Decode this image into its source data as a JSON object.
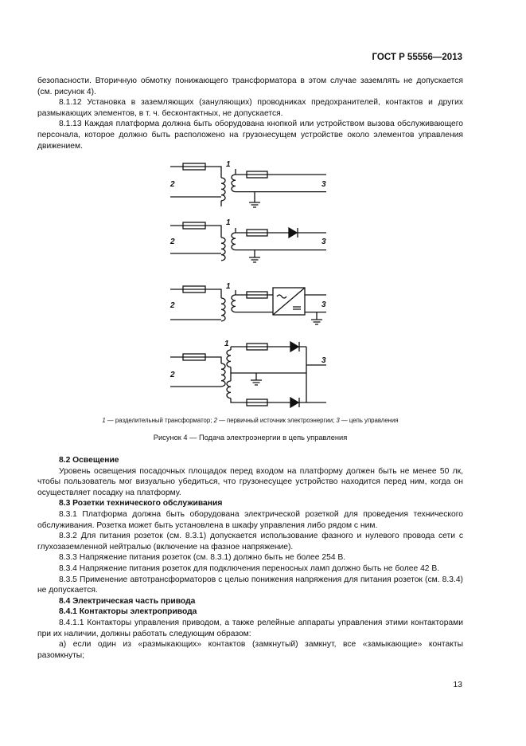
{
  "header": {
    "standard": "ГОСТ Р 55556—2013"
  },
  "top_paragraphs": [
    "безопасности. Вторичную обмотку понижающего трансформатора в этом случае заземлять не допускается (см. рисунок 4).",
    "8.1.12 Установка в заземляющих (зануляющих) проводниках предохранителей, контактов и других размыкающих элементов, в т. ч. бесконтактных, не допускается.",
    "8.1.13 Каждая платформа должна быть оборудована кнопкой или устройством вызова обслуживающего персонала, которое должно быть расположено на грузонесущем устройстве около элементов управления движением."
  ],
  "figure": {
    "labels": {
      "transformer": "1",
      "primary": "2",
      "control": "3"
    },
    "legend": {
      "n1": "1",
      "t1": " — разделительный трансформатор; ",
      "n2": "2",
      "t2": " — первичный источник электроэнергии; ",
      "n3": "3",
      "t3": " — цепь управления"
    },
    "caption": "Рисунок 4 — Подача электроэнергии в цепь управления"
  },
  "sections": {
    "s82_title": "8.2 Освещение",
    "s82_p1": "Уровень освещения посадочных площадок перед входом на платформу должен быть не менее 50 лк, чтобы пользователь мог визуально убедиться, что грузонесущее устройство находится перед ним, когда он осуществляет посадку на платформу.",
    "s83_title": "8.3 Розетки технического обслуживания",
    "s831": "8.3.1 Платформа должна быть оборудована электрической розеткой для проведения технического обслуживания. Розетка может быть установлена в шкафу управления либо рядом с ним.",
    "s832": "8.3.2 Для питания розеток (см. 8.3.1) допускается использование фазного и нулевого провода сети с глухозаземленной нейтралью (включение на фазное напряжение).",
    "s833": "8.3.3 Напряжение питания розеток (см. 8.3.1) должно быть не более 254 В.",
    "s834": "8.3.4 Напряжение питания розеток для подключения переносных ламп должно быть не более 42 В.",
    "s835": "8.3.5 Применение автотрансформаторов с целью понижения напряжения для питания розеток (см. 8.3.4) не допускается.",
    "s84_title": "8.4 Электрическая часть привода",
    "s841_title": "8.4.1 Контакторы электропривода",
    "s8411": "8.4.1.1 Контакторы управления приводом, а также релейные аппараты управления этими контакторами при их наличии, должны работать следующим образом:",
    "s8411a": "а) если один из «размыкающих» контактов (замкнутый) замкнут, все «замыкающие» контакты разомкнуты;"
  },
  "page_number": "13"
}
